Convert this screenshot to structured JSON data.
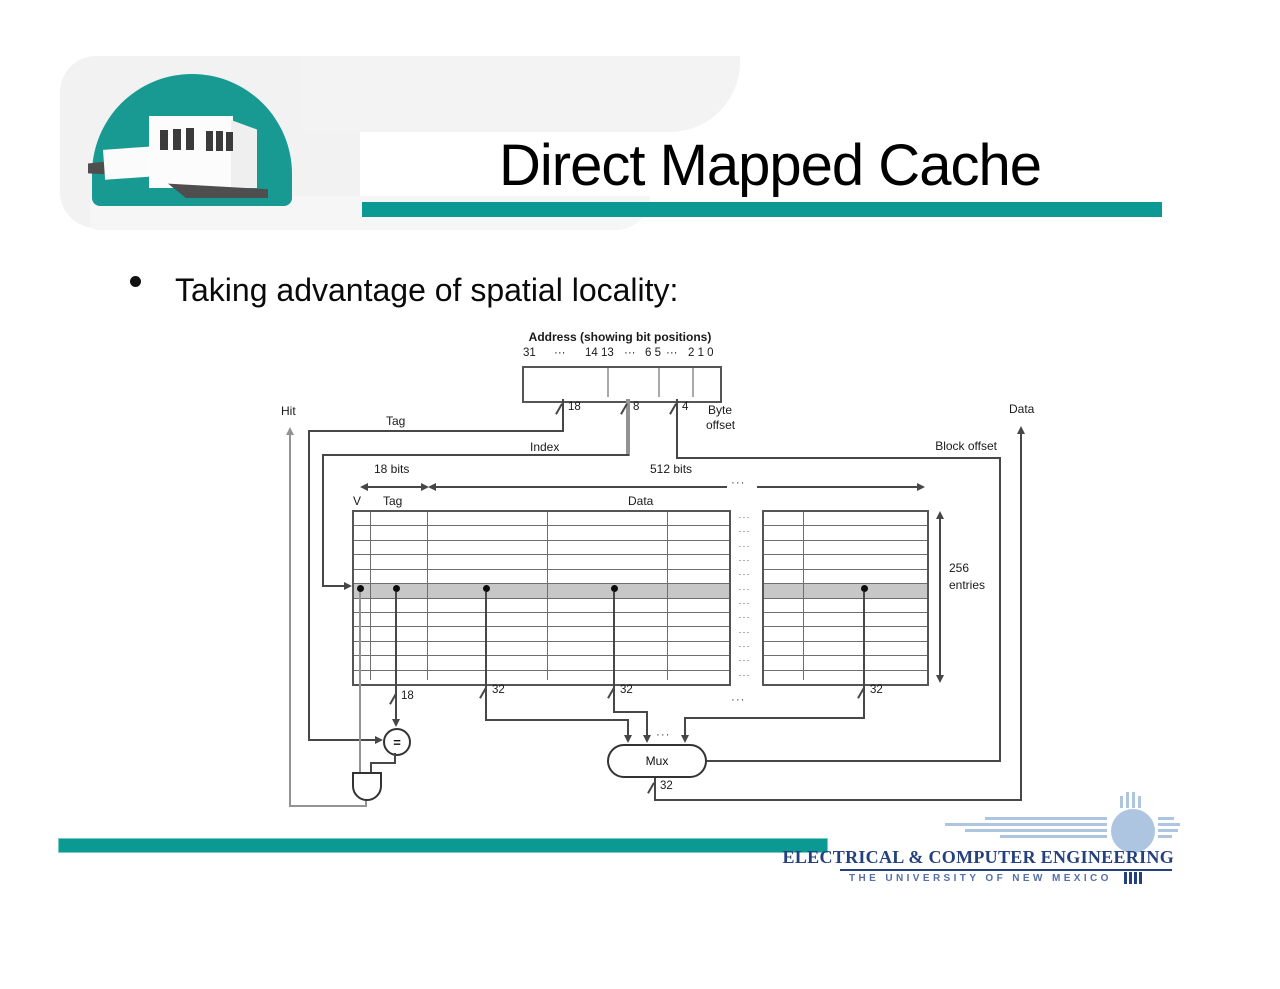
{
  "slide": {
    "title": "Direct Mapped Cache",
    "bullet": "Taking advantage of spatial locality:"
  },
  "diagram": {
    "address_title": "Address (showing bit positions)",
    "bit_labels": [
      "31",
      "···",
      "14 13",
      "···",
      "6 5",
      "···",
      "2 1 0"
    ],
    "widths": {
      "tag": "18",
      "index": "8",
      "block_offset": "4",
      "tag_compare": "18",
      "word1": "32",
      "word2": "32",
      "word3": "32",
      "mux_out": "32"
    },
    "labels": {
      "hit": "Hit",
      "tag": "Tag",
      "index": "Index",
      "byte_offset_1": "Byte",
      "byte_offset_2": "offset",
      "block_offset": "Block offset",
      "data_out": "Data",
      "tag_bits": "18 bits",
      "data_bits": "512 bits",
      "v_header": "V",
      "tag_header": "Tag",
      "data_header": "Data",
      "entries_count": "256",
      "entries_word": "entries",
      "mux": "Mux",
      "comparator": "=",
      "ellipsis": "···"
    },
    "table": {
      "row_count": 12,
      "highlighted_row": 5,
      "gap_dots": "···"
    }
  },
  "footer": {
    "org": "ELECTRICAL & COMPUTER ENGINEERING",
    "university": "THE UNIVERSITY OF NEW MEXICO"
  }
}
